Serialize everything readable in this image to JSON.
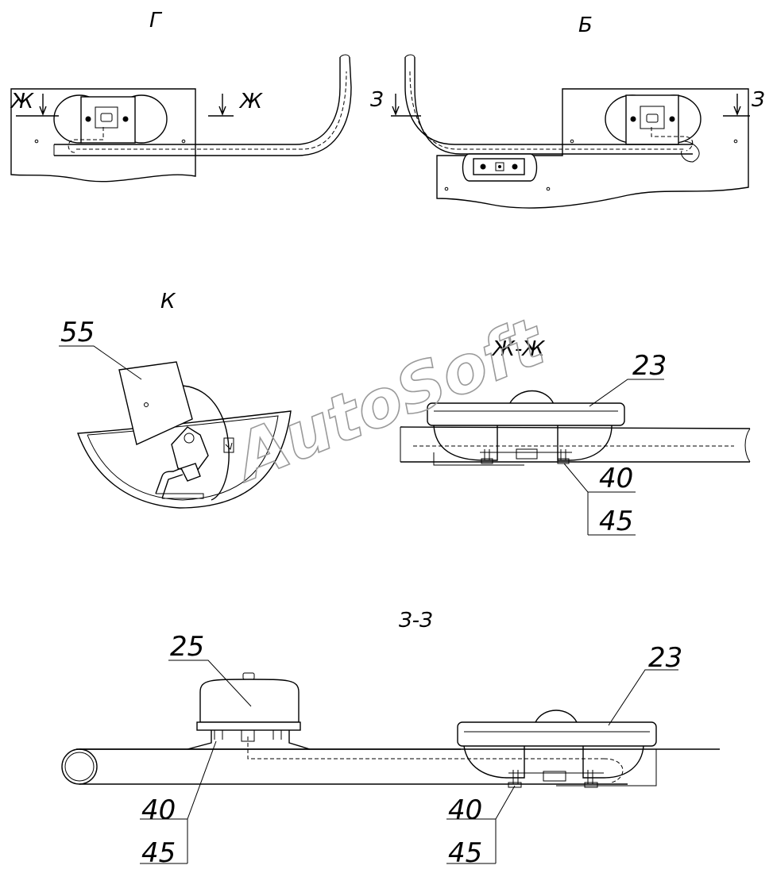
{
  "views": {
    "g": "Г",
    "b": "Б",
    "k": "К",
    "zh_zh": "Ж-Ж",
    "z_z": "З-З"
  },
  "section_marks": {
    "zh_left": "Ж",
    "zh_right": "Ж",
    "z_left": "З",
    "z_right": "З"
  },
  "callouts": {
    "k_55": "55",
    "zh_23": "23",
    "zh_40": "40",
    "zh_45": "45",
    "z_25": "25",
    "z_40a": "40",
    "z_45a": "45",
    "z_23": "23",
    "z_40b": "40",
    "z_45b": "45"
  },
  "watermark": "AutoSoft"
}
